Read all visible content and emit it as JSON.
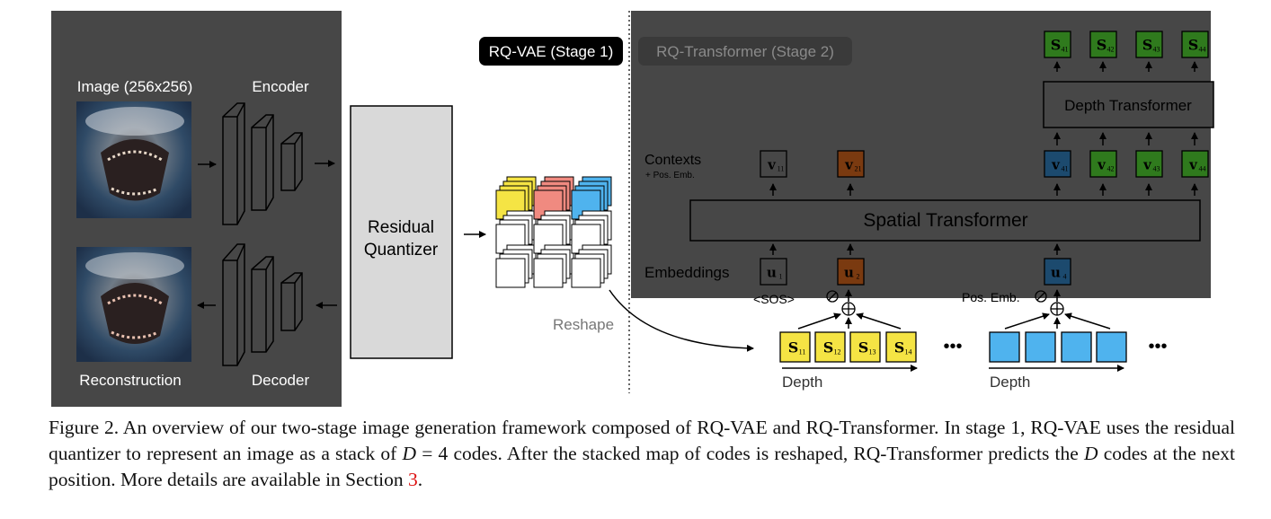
{
  "figure": {
    "left_panel": {
      "image_label": "Image (256x256)",
      "encoder_label": "Encoder",
      "recon_label": "Reconstruction",
      "decoder_label": "Decoder"
    },
    "quantizer": {
      "line1": "Residual",
      "line2": "Quantizer"
    },
    "stage1_badge": "RQ-VAE (Stage 1)",
    "stage2_badge": "RQ-Transformer (Stage 2)",
    "reshape_label": "Reshape",
    "contexts_label": "Contexts",
    "pos_emb_small": "+ Pos. Emb.",
    "embeddings_label": "Embeddings",
    "sos_label": "<SOS>",
    "pos_emb_label": "Pos. Emb.",
    "spatial_transformer": "Spatial Transformer",
    "depth_transformer": "Depth Transformer",
    "depth_label": "Depth",
    "ellipsis": "•••",
    "top_outputs": [
      "S41",
      "S42",
      "S43",
      "S44"
    ],
    "context_tokens": [
      "v11",
      "v21",
      "v41",
      "v42",
      "v43",
      "v44"
    ],
    "embedding_tokens": [
      "u1",
      "u2",
      "u4"
    ],
    "code_tokens": [
      "S11",
      "S12",
      "S13",
      "S14"
    ],
    "colors": {
      "panel": "#474747",
      "yellow": "#f5e444",
      "pink": "#f08a80",
      "blue": "#4fb3ee",
      "green": "#2f7a1d",
      "orange_dark": "#7a3a10",
      "blue_dark": "#1c4a6e",
      "caption_ref": "#dd1111"
    }
  },
  "caption": {
    "prefix": "Figure 2.  An overview of our two-stage image generation framework composed of RQ-VAE and RQ-Transformer.  In stage 1, RQ-VAE uses the residual quantizer to represent an image as a stack of ",
    "math_D": "D",
    "eq_text": " = 4 codes. After the stacked map of codes is reshaped, RQ-Transformer predicts the ",
    "math_D2": "D",
    "tail": " codes at the next position. More details are available in Section ",
    "section_ref": "3",
    "end": "."
  }
}
